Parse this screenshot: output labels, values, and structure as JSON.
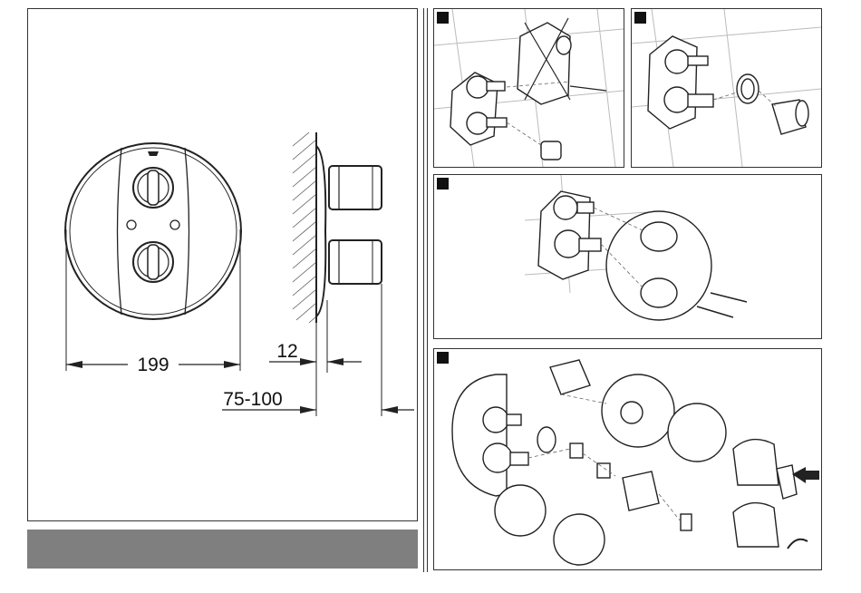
{
  "dimensions": {
    "width_label": "199",
    "offset_label": "12",
    "depth_label": "75-100"
  },
  "steps": [
    {
      "marker": "step-1"
    },
    {
      "marker": "step-2"
    },
    {
      "marker": "step-3"
    },
    {
      "marker": "step-4"
    }
  ],
  "colors": {
    "line": "#222222",
    "gray_bar": "#7f7f7f",
    "marker": "#111111",
    "tile_grid": "#bbbbbb"
  }
}
